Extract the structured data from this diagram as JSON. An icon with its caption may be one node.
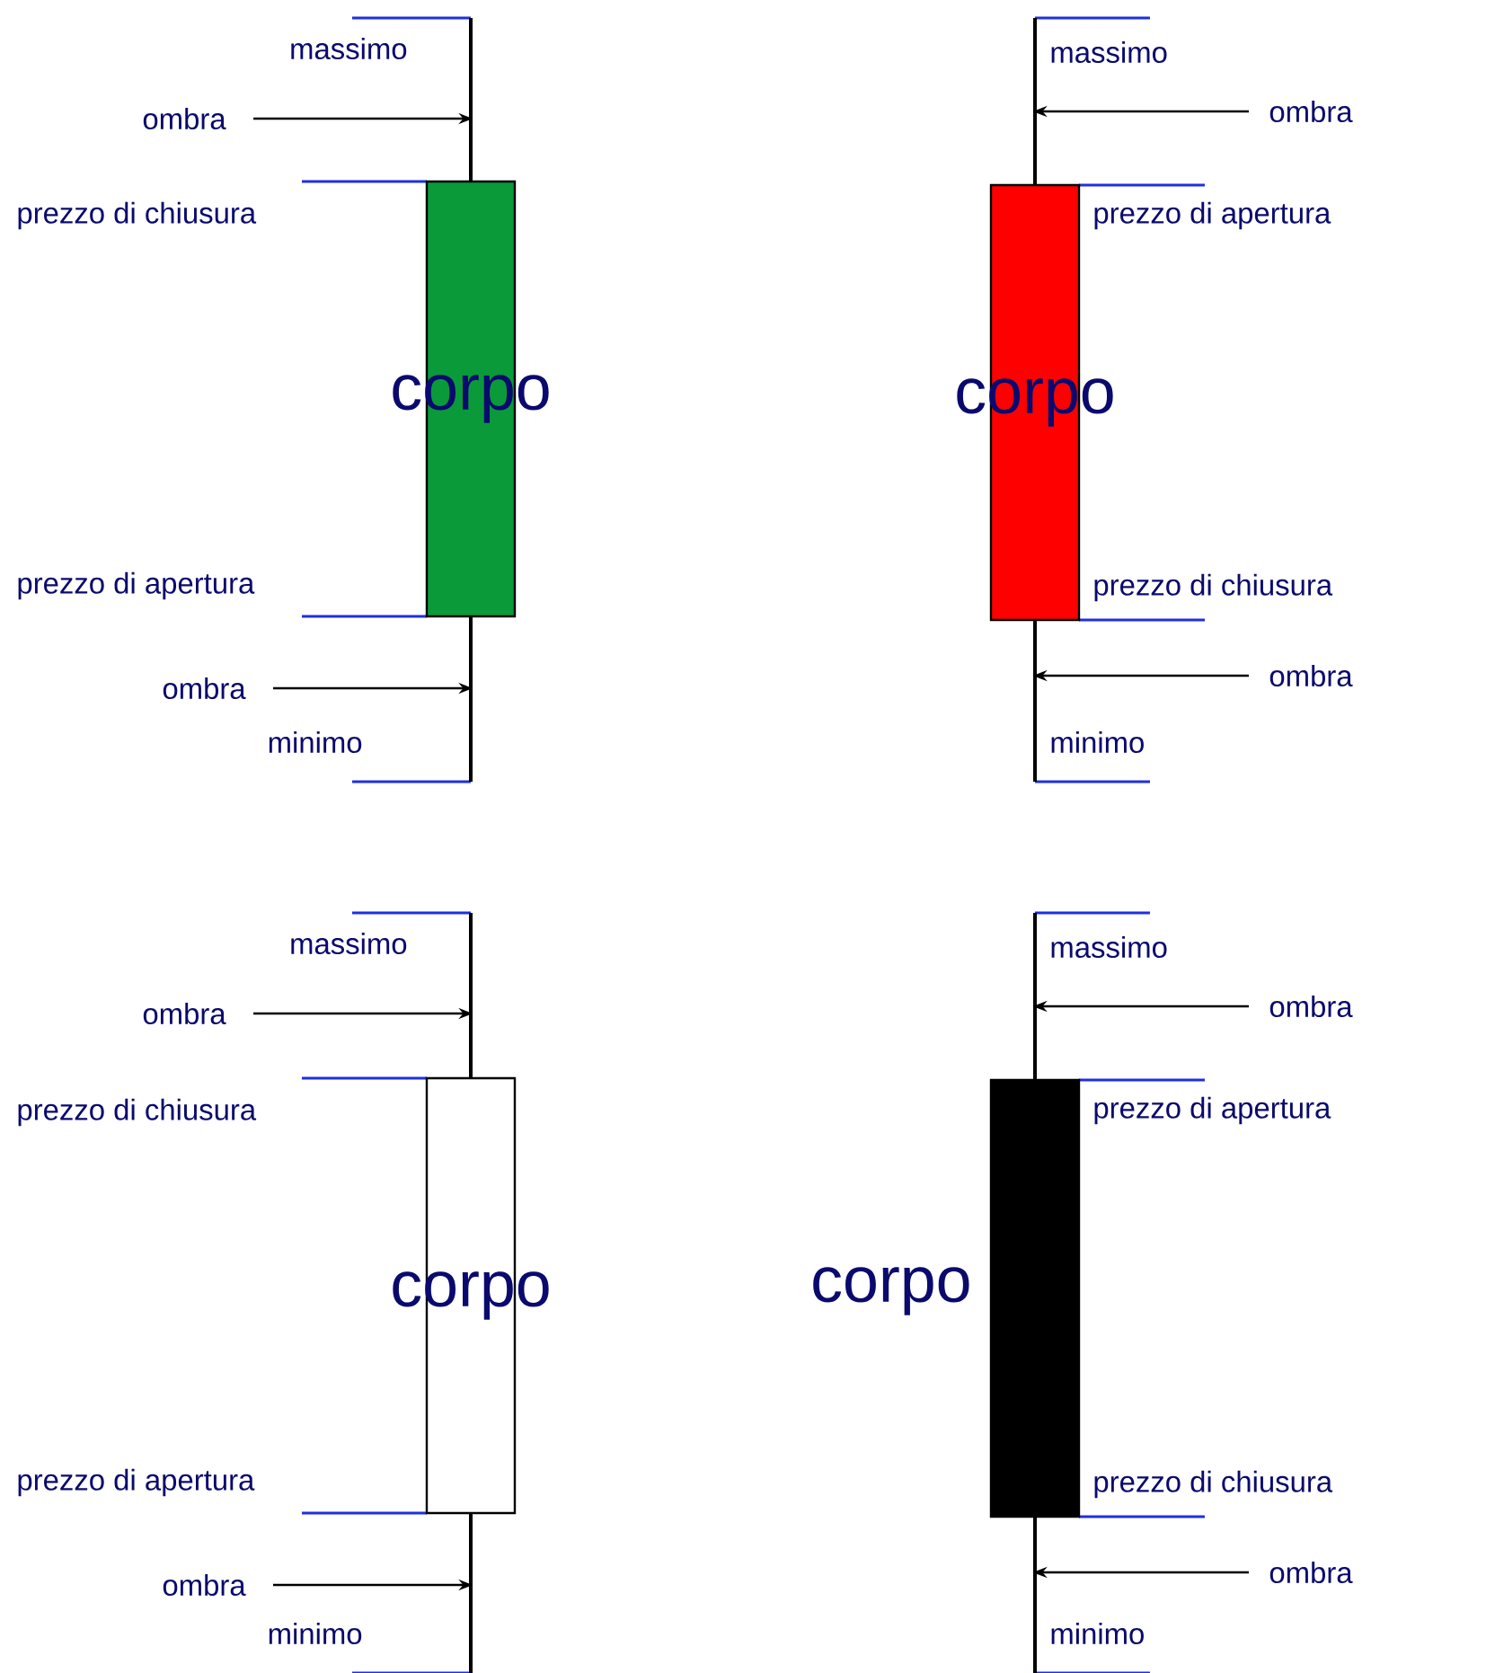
{
  "diagram": {
    "nodes": [
      {
        "text": [],
        "shape": "bar",
        "beside": [
          "massimo"
        ]
      },
      {
        "text": [
          "ombra"
        ]
      },
      {
        "text": [
          "corpo"
        ]
      },
      {
        "text": [
          "ombra"
        ]
      },
      {
        "text": [],
        "shape": "bar"
      },
      {
        "text": [],
        "shape": "bar",
        "beside": [
          "massimo"
        ]
      },
      {
        "text": [
          "ombra"
        ]
      },
      {
        "text": [
          "corpo"
        ],
        "beside": [
          "prezzo di apertura",
          "prezzo di chiusura"
        ]
      },
      {
        "text": [
          "ombra"
        ]
      },
      {
        "text": [],
        "shape": "bar",
        "beside": [
          "minimo"
        ]
      },
      {
        "text": [],
        "shape": "bar",
        "beside": [
          "massimo"
        ]
      },
      {
        "text": [
          "ombra"
        ]
      },
      {
        "text": [
          "corpo"
        ]
      },
      {
        "text": [
          "ombra"
        ]
      },
      {
        "text": [],
        "shape": "bar"
      },
      {
        "text": [],
        "shape": "bar",
        "beside": [
          "massimo"
        ]
      },
      {
        "text": [
          "ombra"
        ]
      },
      {
        "text": [],
        "shape": "box",
        "beside": [
          "prezzo di apertura",
          "corpo",
          "prezzo di chiusura"
        ]
      },
      {
        "text": [
          "ombra"
        ]
      },
      {
        "text": [],
        "shape": "bar",
        "beside": [
          "minimo"
        ]
      }
    ],
    "edges": [
      {
        "from": 1,
        "to": 0,
        "arrow": "to"
      },
      {
        "from": 3,
        "to": 4,
        "arrow": "to"
      },
      {
        "from": 6,
        "to": 5,
        "arrow": "to"
      },
      {
        "from": 8,
        "to": 9,
        "arrow": "to"
      },
      {
        "from": 11,
        "to": 10,
        "arrow": "to"
      },
      {
        "from": 13,
        "to": 14,
        "arrow": "to"
      },
      {
        "from": 16,
        "to": 15,
        "arrow": "to"
      },
      {
        "from": 18,
        "to": 19,
        "arrow": "to"
      }
    ],
    "labels": [
      "prezzo di chiusura",
      "prezzo di apertura",
      "minimo",
      "prezzo di chiusura",
      "prezzo di apertura",
      "minimo"
    ]
  }
}
